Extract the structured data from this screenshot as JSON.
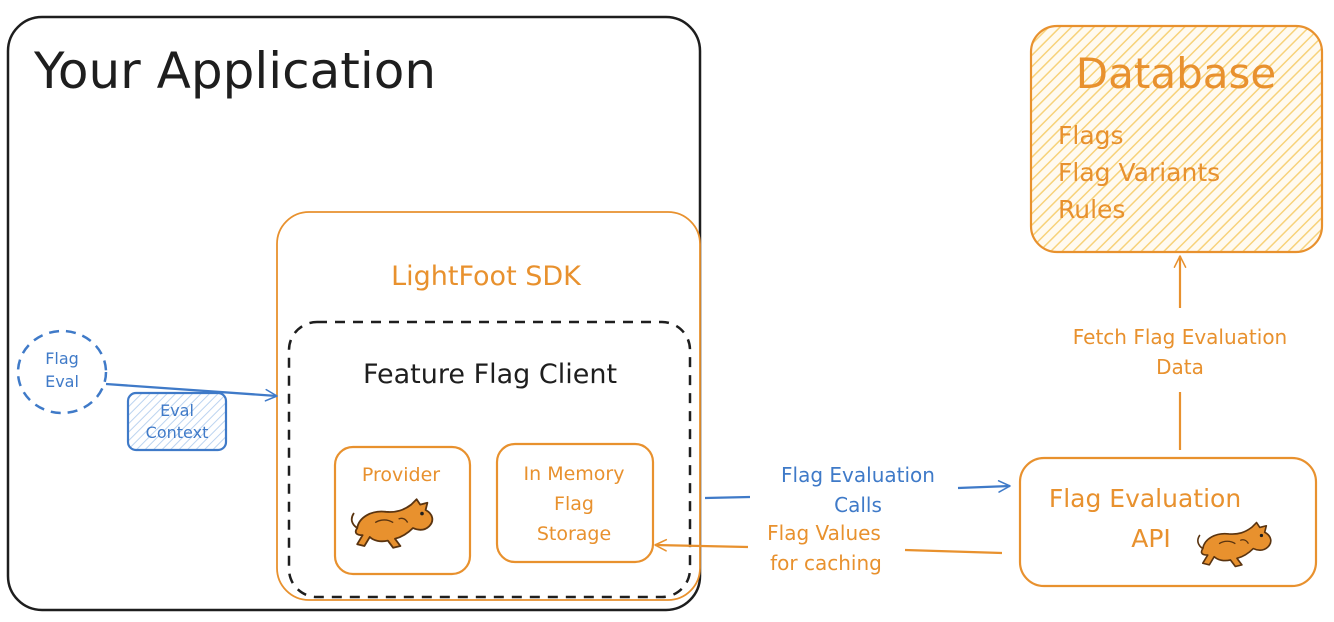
{
  "application": {
    "title": "Your Application"
  },
  "sdk": {
    "title": "LightFoot SDK",
    "client": {
      "title": "Feature Flag Client",
      "provider_label": "Provider",
      "storage_lines": [
        "In Memory",
        "Flag",
        "Storage"
      ]
    }
  },
  "flag_eval": {
    "lines": [
      "Flag",
      "Eval"
    ]
  },
  "eval_context": {
    "lines": [
      "Eval",
      "Context"
    ]
  },
  "database": {
    "title": "Database",
    "items": [
      "Flags",
      "Flag Variants",
      "Rules"
    ]
  },
  "api": {
    "lines": [
      "Flag Evaluation",
      "API"
    ]
  },
  "edges": {
    "fetch_lines": [
      "Fetch Flag Evaluation",
      "Data"
    ],
    "calls_lines": [
      "Flag Evaluation",
      "Calls"
    ],
    "values_lines": [
      "Flag Values",
      "for caching"
    ]
  },
  "colors": {
    "ink": "#1e1e1e",
    "orange": "#e8912e",
    "blue": "#3f7ac8",
    "hatch_orange": "#f7d27a",
    "hatch_blue": "#bcd4f0"
  },
  "icons": {
    "mascot": "cat-mascot-icon"
  }
}
